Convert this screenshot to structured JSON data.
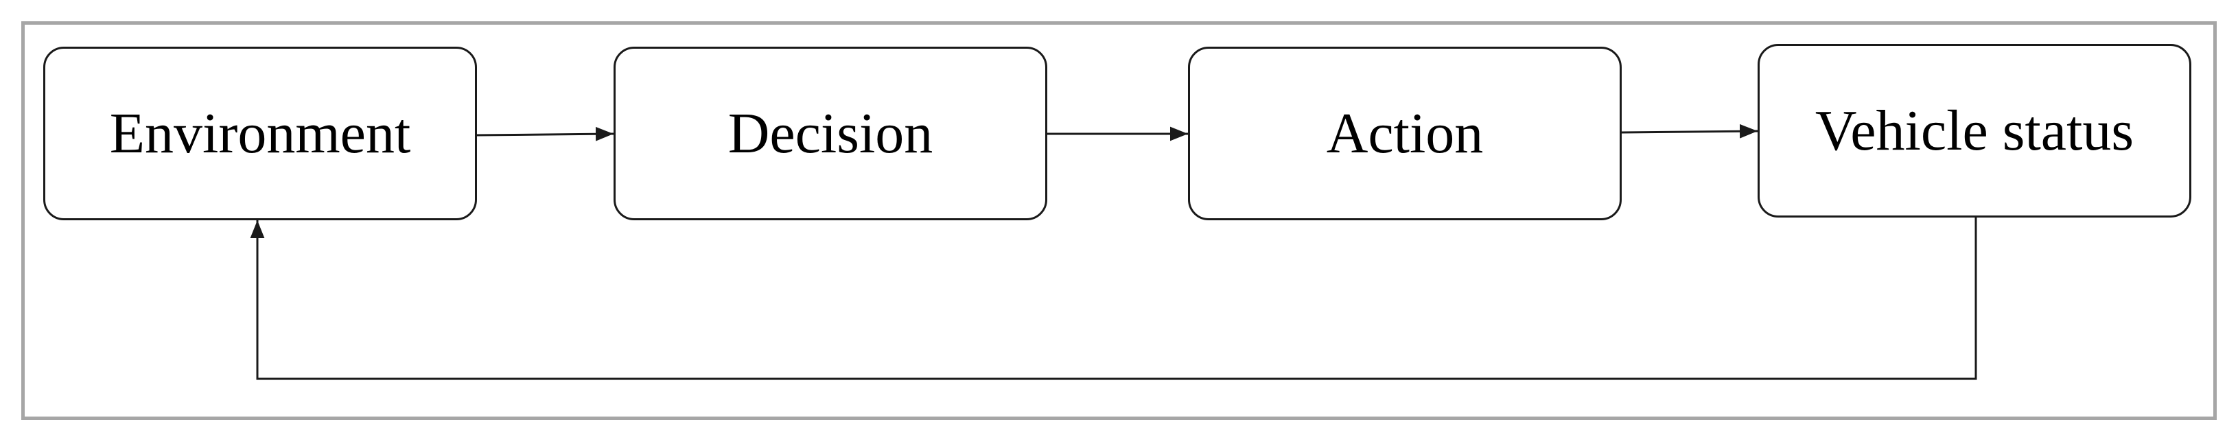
{
  "diagram": {
    "nodes": [
      {
        "id": "environment",
        "label": "Environment"
      },
      {
        "id": "decision",
        "label": "Decision"
      },
      {
        "id": "action",
        "label": "Action"
      },
      {
        "id": "vehicle_status",
        "label": "Vehicle status"
      }
    ],
    "edges": [
      {
        "from": "environment",
        "to": "decision"
      },
      {
        "from": "decision",
        "to": "action"
      },
      {
        "from": "action",
        "to": "vehicle_status"
      },
      {
        "from": "vehicle_status",
        "to": "environment"
      }
    ],
    "colors": {
      "frame": "#a6a6a6",
      "stroke": "#1a1a1a",
      "text": "#000000",
      "background": "#ffffff"
    }
  }
}
